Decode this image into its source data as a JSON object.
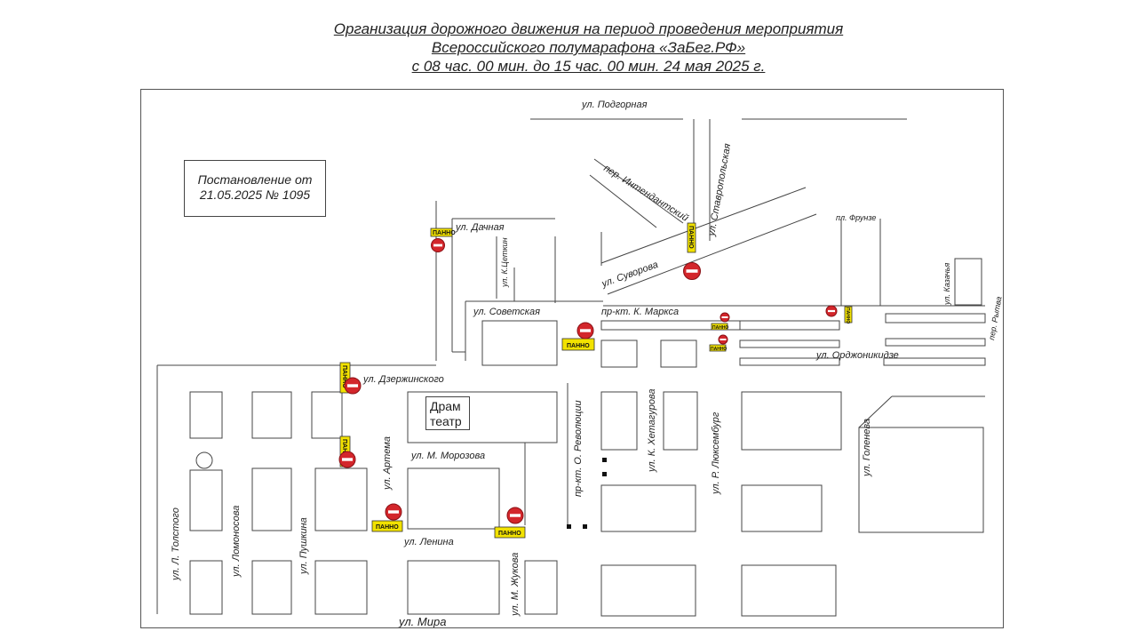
{
  "title": {
    "line1": "Организация дорожного движения на период проведения мероприятия",
    "line2": "Всероссийского полумарафона «ЗаБег.РФ»",
    "line3": "с 08 час. 00 мин. до 15 час. 00 мин. 24 мая 2025 г."
  },
  "decree": {
    "line1": "Постановление от",
    "line2": "21.05.2025 № 1095"
  },
  "landmarks": {
    "theatre_line1": "Драм",
    "theatre_line2": "театр"
  },
  "streets": {
    "podgornaya": "ул. Подгорная",
    "intendantsky": "пер. Интендантский",
    "stavropolskaya": "ул. Ставропольская",
    "frunze": "пл. Фрунзе",
    "suvorova": "ул. Суворова",
    "dachnaya": "ул. Дачная",
    "k_tsetkin": "ул. К.Цеткин",
    "kazachya": "ул. Казачья",
    "sovetskaya": "ул. Советская",
    "k_marksa": "пр-кт. К. Маркса",
    "rytva": "пер. Рытва",
    "ordzhonikidze": "ул. Орджоникидзе",
    "dzerzhinskogo": "ул. Дзержинского",
    "m_morozova": "ул. М. Морозова",
    "artema": "ул. Артема",
    "o_revolyutsii": "пр-кт. О. Революции",
    "k_khetagurova": "ул. К. Хетагурова",
    "r_lyuksemburg": "ул. Р. Люксембург",
    "goleneva": "ул. Голенева",
    "l_tolstogo": "ул. Л. Толстого",
    "lomonosova": "ул. Ломоносова",
    "pushkina": "ул. Пушкина",
    "lenina": "ул. Ленина",
    "m_zhukova": "ул. М. Жукова",
    "mira": "ул. Мира"
  },
  "signs": {
    "panno_label": "ПАННО",
    "no_entry_color": "#d3262b",
    "panno_color": "#f2e200"
  }
}
